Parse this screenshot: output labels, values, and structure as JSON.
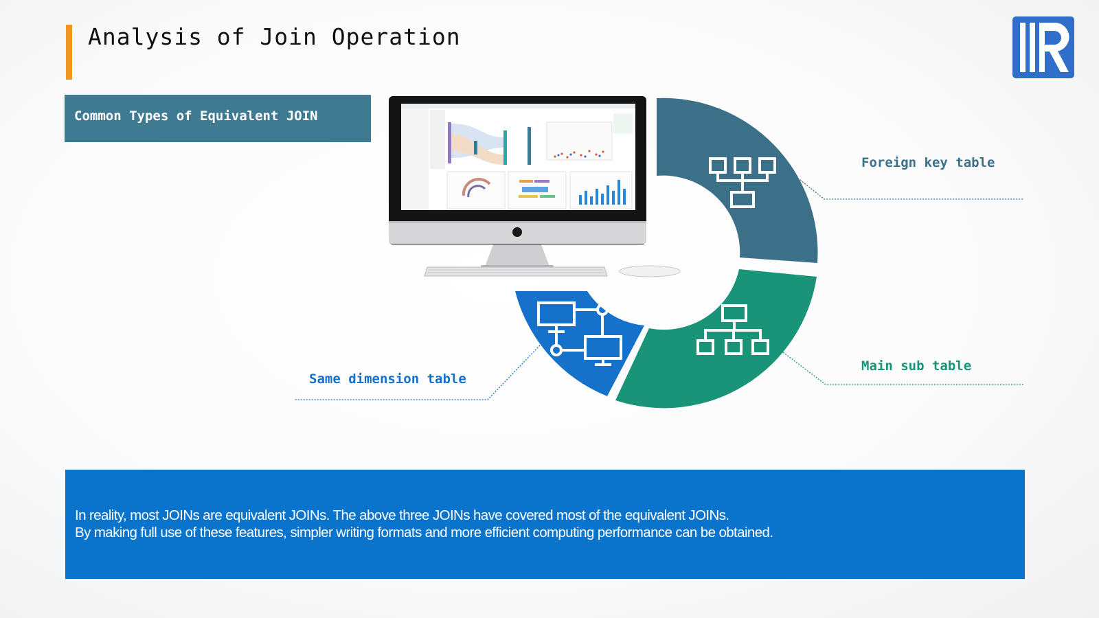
{
  "slide": {
    "title": "Analysis of Join Operation",
    "subtitle": "Common Types of Equivalent JOIN"
  },
  "diagram": {
    "segments": [
      {
        "id": "foreign-key",
        "label": "Foreign key table",
        "color": "#3b7088",
        "icon": "hierarchy-icon"
      },
      {
        "id": "main-sub",
        "label": "Main sub table",
        "color": "#1a9478",
        "icon": "org-chart-icon"
      },
      {
        "id": "same-dimension",
        "label": "Same dimension table",
        "color": "#1571c9",
        "icon": "network-icon"
      }
    ],
    "computer_image": "imac-dashboard"
  },
  "footer": {
    "line1": "In reality, most JOINs are equivalent JOINs. The above three JOINs have covered most of the equivalent JOINs.",
    "line2": "By making full use of these features, simpler writing formats and more efficient computing performance can be obtained."
  },
  "colors": {
    "accent": "#f0951e",
    "header_box": "#3f7a93",
    "footer_box": "#0a74cc",
    "logo": "#2f6fc9"
  }
}
